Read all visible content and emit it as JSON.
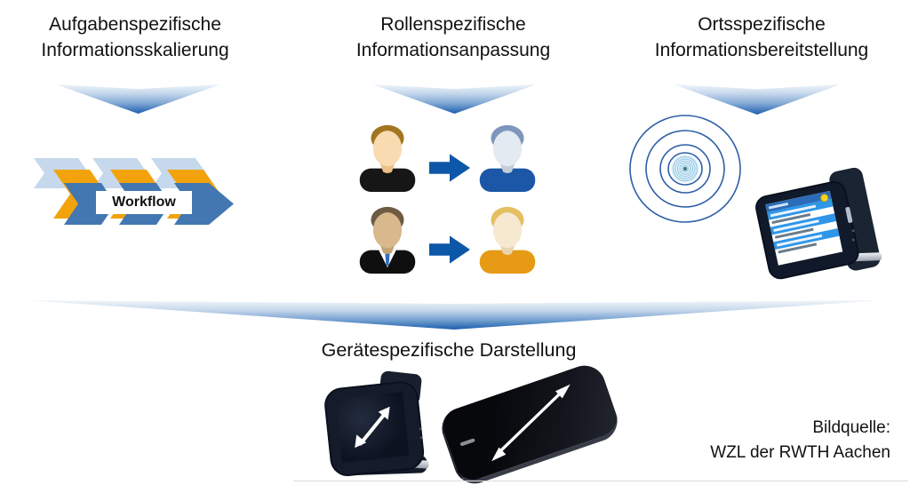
{
  "diagram": {
    "columns": [
      {
        "line1": "Aufgabenspezifische",
        "line2": "Informationsskalierung"
      },
      {
        "line1": "Rollenspezifische",
        "line2": "Informationsanpassung"
      },
      {
        "line1": "Ortsspezifische",
        "line2": "Informationsbereitstellung"
      }
    ],
    "workflow_label": "Workflow",
    "result_title": "Gerätespezifische Darstellung",
    "credit": {
      "line1": "Bildquelle:",
      "line2": "WZL der RWTH Aachen"
    },
    "colors": {
      "arrow_gradient_top": "#eff4fa",
      "arrow_gradient_bottom": "#1d5fb0",
      "workflow_blue": "#4377b2",
      "workflow_orange": "#f2a30b",
      "workflow_pale_blue": "#c6d8ec",
      "person_arrow_blue": "#0d57a8",
      "radar_ring_blue": "#2d5ea7",
      "device_body_dark": "#141b2a"
    }
  }
}
